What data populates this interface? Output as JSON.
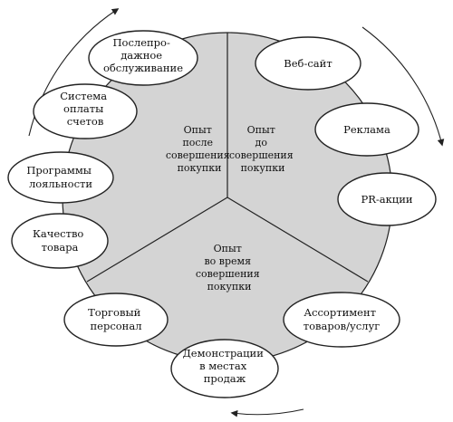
{
  "sectors": {
    "after": [
      "Опыт",
      "после",
      "совершения",
      "покупки"
    ],
    "before": [
      "Опыт",
      "до",
      "совершения",
      "покупки"
    ],
    "during": [
      "Опыт",
      "во время",
      "совершения",
      "покупки"
    ]
  },
  "touchpoints": {
    "after_sales": [
      "Послепро-",
      "дажное",
      "обслуживание"
    ],
    "billing": [
      "Система",
      "оплаты",
      "счетов"
    ],
    "loyalty": [
      "Программы",
      "лояльности"
    ],
    "product_quality": [
      "Качество",
      "товара"
    ],
    "website": [
      "Веб-сайт"
    ],
    "advertising": [
      "Реклама"
    ],
    "pr": [
      "PR-акции"
    ],
    "assortment": [
      "Ассортимент",
      "товаров/услуг"
    ],
    "demos": [
      "Демонстрации",
      "в местах",
      "продаж"
    ],
    "sales_staff": [
      "Торговый",
      "персонал"
    ]
  },
  "colors": {
    "circle_fill": "#d4d4d4",
    "stroke": "#222222",
    "ellipse_fill": "#ffffff"
  }
}
